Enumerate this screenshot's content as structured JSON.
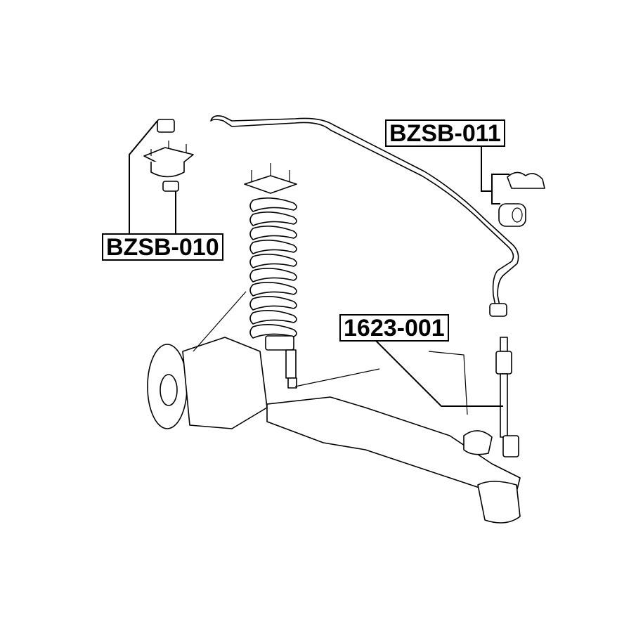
{
  "labels": {
    "bzsb_011": "BZSB-011",
    "bzsb_010": "BZSB-010",
    "part_1623_001": "1623-001"
  },
  "colors": {
    "line": "#000000",
    "background": "#ffffff"
  }
}
